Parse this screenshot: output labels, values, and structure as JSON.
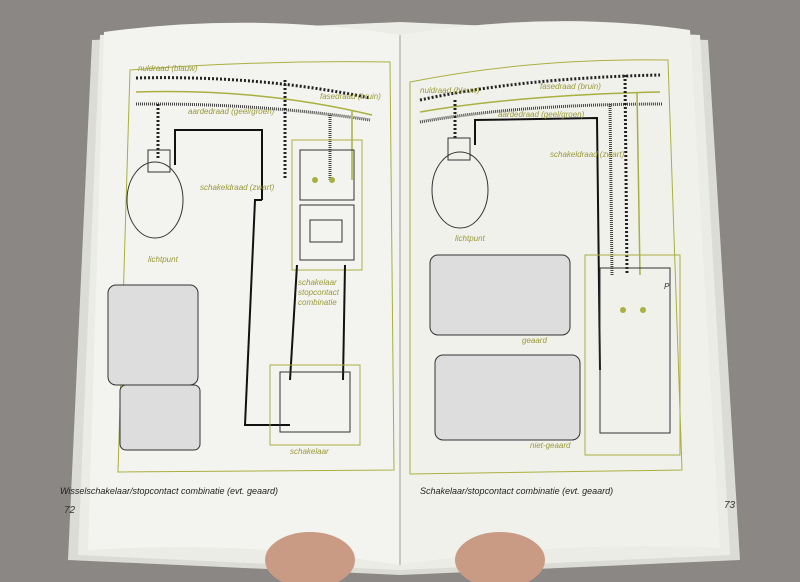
{
  "left_page": {
    "wires": {
      "neutral": "nuldraad (blauw)",
      "phase": "fasedraad (bruin)",
      "earth": "aardedraad (geel/groen)",
      "switch_wire": "schakeldraad (zwart)"
    },
    "labels": {
      "lamp": "lichtpunt",
      "combo_1": "schakelaar",
      "combo_2": "stopcontact",
      "combo_3": "combinatie",
      "switch": "schakelaar"
    },
    "caption": "Wisselschakelaar/stopcontact combinatie (evt. geaard)",
    "page_number": "72"
  },
  "right_page": {
    "wires": {
      "neutral": "nuldraad (blauw)",
      "phase": "fasedraad (bruin)",
      "earth": "aardedraad (geel/groen)",
      "switch_wire": "schakeldraad (zwart)"
    },
    "labels": {
      "lamp": "lichtpunt",
      "grounded": "geaard",
      "ungrounded": "niet-geaard",
      "p_terminal": "P"
    },
    "caption": "Schakelaar/stopcontact combinatie (evt. geaard)",
    "page_number": "73"
  },
  "colors": {
    "background": "#8a8784",
    "paper": "#f2f2ee",
    "accent": "#a8b040",
    "ink": "#222222"
  }
}
